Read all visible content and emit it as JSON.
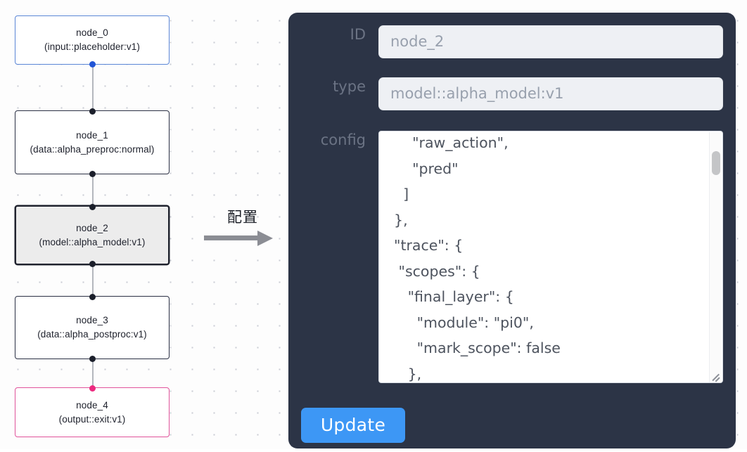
{
  "canvas": {
    "background": "#fdfdfd",
    "dot_color": "#c9ccd4"
  },
  "graph": {
    "nodes": [
      {
        "id": "node_0",
        "label": "node_0\n(input::placeholder:v1)",
        "role": "input",
        "border_color": "#5b86d6",
        "handle_color": "#2255d6",
        "selected": false
      },
      {
        "id": "node_1",
        "label": "node_1\n(data::alpha_preproc:normal)",
        "role": "process",
        "border_color": "#2b3044",
        "handle_color": "#1b1f2b",
        "selected": false
      },
      {
        "id": "node_2",
        "label": "node_2\n(model::alpha_model:v1)",
        "role": "model",
        "border_color": "#20232e",
        "handle_color": "#1b1f2b",
        "selected": true
      },
      {
        "id": "node_3",
        "label": "node_3\n(data::alpha_postproc:v1)",
        "role": "process",
        "border_color": "#2b3044",
        "handle_color": "#1b1f2b",
        "selected": false
      },
      {
        "id": "node_4",
        "label": "node_4\n(output::exit:v1)",
        "role": "output",
        "border_color": "#e0539b",
        "handle_color": "#ec2a7f",
        "selected": false
      }
    ]
  },
  "annotation": {
    "label": "配置",
    "arrow": "arrow-right-icon",
    "arrow_color": "#8b8d94"
  },
  "panel": {
    "background": "#2c3446",
    "fields": [
      {
        "label": "ID",
        "value": "node_2"
      },
      {
        "label": "type",
        "value": "model::alpha_model:v1"
      },
      {
        "label": "config",
        "value": ""
      }
    ],
    "id_label": "ID",
    "id_value": "node_2",
    "type_label": "type",
    "type_value": "model::alpha_model:v1",
    "config_label": "config",
    "config_value": "      \"raw_action\",\n      \"pred\"\n    ]\n  },\n  \"trace\": {\n   \"scopes\": {\n     \"final_layer\": {\n       \"module\": \"pi0\",\n       \"mark_scope\": false\n     },\n     \"action_model\": {",
    "update_label": "Update",
    "update_color": "#3d97f5",
    "input_bg": "#eef0f4",
    "input_text_color": "#98a0ad",
    "label_color": "#6b7384"
  }
}
